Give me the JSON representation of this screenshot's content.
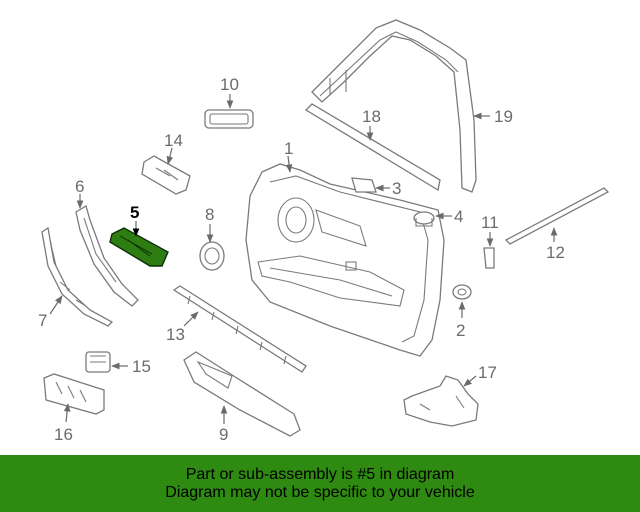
{
  "diagram": {
    "callouts": [
      "1",
      "2",
      "3",
      "4",
      "5",
      "6",
      "7",
      "8",
      "9",
      "10",
      "11",
      "12",
      "13",
      "14",
      "15",
      "16",
      "17",
      "18",
      "19"
    ],
    "highlighted_callout": "5",
    "highlight_color": "#2e7d12"
  },
  "banner": {
    "line1": "Part or sub-assembly is #5 in diagram",
    "line2": "Diagram may not be specific to your vehicle",
    "background": "#2e8a10"
  }
}
